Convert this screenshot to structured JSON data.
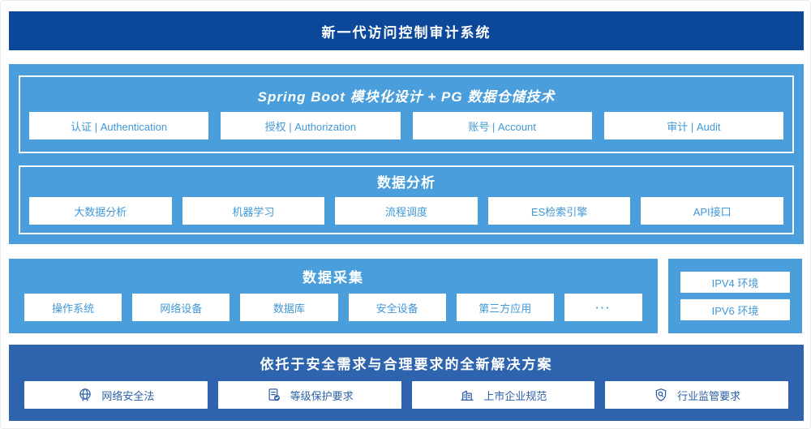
{
  "colors": {
    "banner_bg": "#0c4899",
    "light_section_bg": "#4a9edb",
    "solution_bg": "#2e63ae",
    "light_chip_text": "#4098d8",
    "dark_chip_text": "#2d5fa8"
  },
  "banner": {
    "title": "新一代访问控制审计系统"
  },
  "platform": {
    "modules": {
      "title": "Spring Boot 模块化设计 + PG 数据仓储技术",
      "items": [
        "认证 | Authentication",
        "授权 | Authorization",
        "账号 | Account",
        "审计 | Audit"
      ]
    },
    "analysis": {
      "title": "数据分析",
      "items": [
        "大数据分析",
        "机器学习",
        "流程调度",
        "ES检索引擎",
        "API接口"
      ]
    }
  },
  "collection": {
    "title": "数据采集",
    "items": [
      "操作系统",
      "网络设备",
      "数据库",
      "安全设备",
      "第三方应用"
    ],
    "ellipsis": "···"
  },
  "network_env": {
    "items": [
      "IPV4 环境",
      "IPV6 环境"
    ]
  },
  "solution": {
    "title": "依托于安全需求与合理要求的全新解决方案",
    "items": [
      {
        "icon": "globe-icon",
        "label": "网络安全法"
      },
      {
        "icon": "document-check-icon",
        "label": "等级保护要求"
      },
      {
        "icon": "building-icon",
        "label": "上市企业规范"
      },
      {
        "icon": "shield-search-icon",
        "label": "行业监管要求"
      }
    ]
  }
}
